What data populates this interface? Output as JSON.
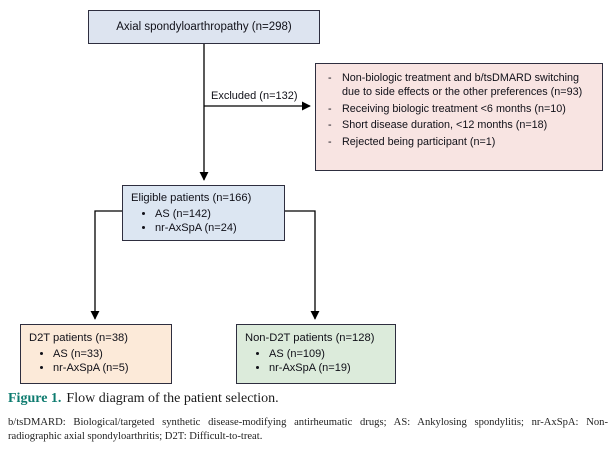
{
  "colors": {
    "border": "#2e2e3f",
    "top-box": "#dde4f0",
    "excluded-box": "#f8e4e2",
    "eligible-box": "#dce6f2",
    "d2t-box": "#fcead9",
    "nond2t-box": "#dcebdb",
    "caption-accent": "#0d7b6f"
  },
  "flowchart": {
    "top": {
      "label": "Axial spondyloarthropathy (n=298)"
    },
    "excluded_edge_label": "Excluded (n=132)",
    "excluded": {
      "items": [
        "Non-biologic treatment and b/tsDMARD switching due to side effects or the other preferences (n=93)",
        "Receiving biologic treatment <6 months (n=10)",
        "Short disease duration, <12 months (n=18)",
        "Rejected being participant (n=1)"
      ]
    },
    "eligible": {
      "title": "Eligible patients (n=166)",
      "items": [
        "AS (n=142)",
        "nr-AxSpA (n=24)"
      ]
    },
    "d2t": {
      "title": "D2T patients (n=38)",
      "items": [
        "AS (n=33)",
        "nr-AxSpA (n=5)"
      ]
    },
    "non_d2t": {
      "title": "Non-D2T patients (n=128)",
      "items": [
        "AS (n=109)",
        "nr-AxSpA (n=19)"
      ]
    }
  },
  "caption": {
    "label": "Figure 1.",
    "text": "Flow diagram of the patient selection."
  },
  "footnote": "b/tsDMARD: Biological/targeted synthetic disease-modifying antirheumatic drugs; AS: Ankylosing spondylitis; nr-AxSpA: Non-radiographic axial spondyloarthritis; D2T: Difficult-to-treat."
}
